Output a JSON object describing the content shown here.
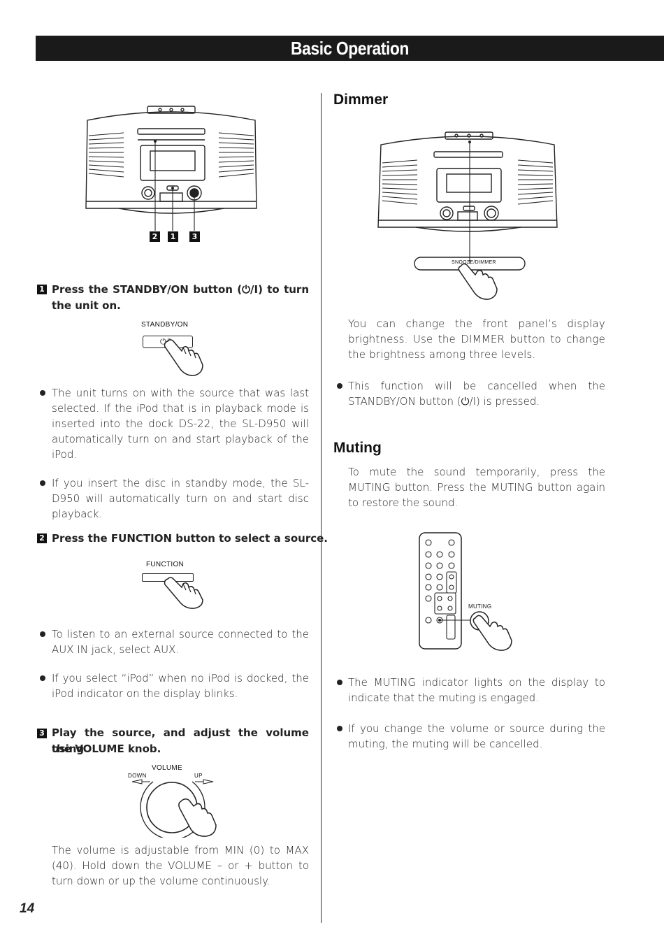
{
  "header": {
    "title": "Basic Operation"
  },
  "left": {
    "figure_labels": {
      "num2": "2",
      "num1": "1",
      "num3": "3"
    },
    "step1": {
      "num": "1",
      "line1": "Press the STANDBY/ON button (⏻/I) to turn",
      "line2": "the unit on.",
      "button_label": "STANDBY/ON",
      "button_symbol": "⏻/I"
    },
    "bullets1": [
      "The unit turns on with the source that was last selected. If the iPod that is in playback mode is inserted into the dock DS-22, the SL-D950 will automatically turn on and start playback of the iPod.",
      "If you insert the disc in standby mode, the SL-D950 will automatically turn on and start disc playback."
    ],
    "step2": {
      "num": "2",
      "line1": "Press the FUNCTION button to select a source.",
      "button_label": "FUNCTION"
    },
    "bullets2": [
      "To listen to an external source connected to the AUX IN jack, select AUX.",
      "If you select “iPod” when no iPod is docked, the iPod indicator on the display blinks."
    ],
    "step3": {
      "num": "3",
      "line1": "Play the source, and adjust the volume using",
      "line2": "the VOLUME knob.",
      "knob_label": "VOLUME",
      "down_label": "DOWN",
      "up_label": "UP"
    },
    "volume_text": "The volume is adjustable from MIN (0) to MAX (40). Hold down the VOLUME – or + button to turn down or up the volume continuously."
  },
  "right": {
    "dimmer": {
      "heading": "Dimmer",
      "button_label": "SNOOZE/DIMMER",
      "text": "You can change the front panel’s display brightness. Use the DIMMER button to change the brightness among three levels.",
      "bullet": "This function will be cancelled when the STANDBY/ON button (⏻/I) is pressed."
    },
    "muting": {
      "heading": "Muting",
      "text": "To mute the sound temporarily, press the MUTING button. Press the MUTING button again to restore the sound.",
      "button_label": "MUTING",
      "bullets": [
        "The MUTING indicator lights on the display to indicate that the muting is engaged.",
        "If you change the volume or source during the muting, the muting will be cancelled."
      ]
    }
  },
  "footer": {
    "page_number": "14"
  }
}
